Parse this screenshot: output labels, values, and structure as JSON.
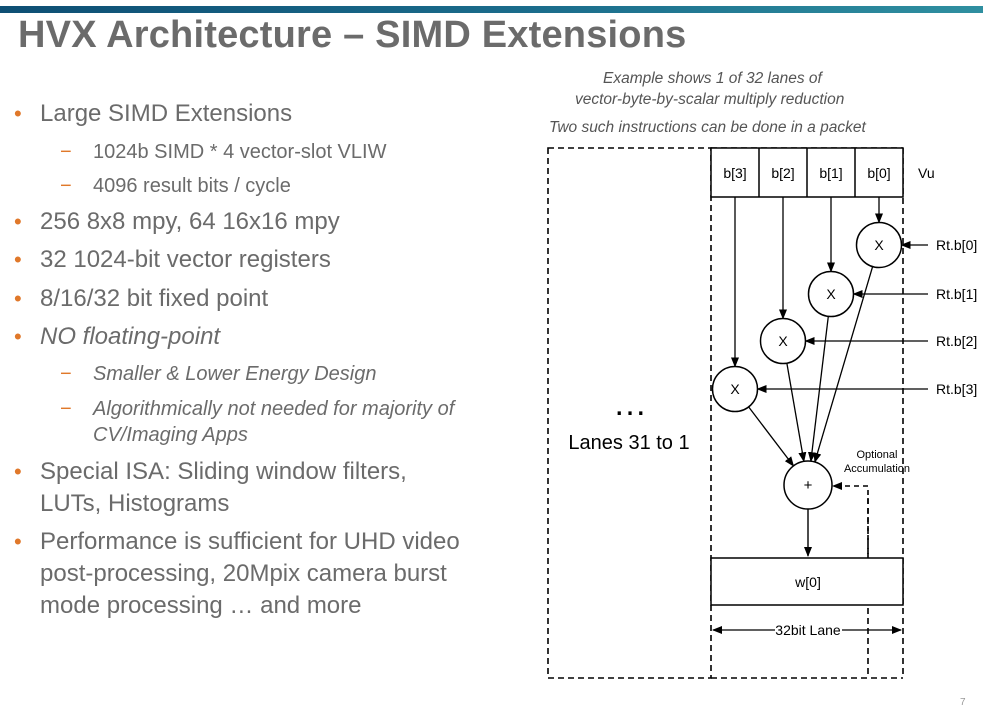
{
  "slide": {
    "title": "HVX Architecture – SIMD Extensions",
    "page_number": "7",
    "accent_color": "#e0782a",
    "title_bar_color": "#0e4f74"
  },
  "bullets": [
    {
      "text": "Large SIMD Extensions",
      "level": 1,
      "italic": false
    },
    {
      "text": "1024b SIMD * 4 vector-slot VLIW",
      "level": 2,
      "italic": false
    },
    {
      "text": "4096 result bits / cycle",
      "level": 2,
      "italic": false
    },
    {
      "text": "256 8x8 mpy, 64 16x16 mpy",
      "level": 1,
      "italic": false
    },
    {
      "text": "32 1024-bit vector registers",
      "level": 1,
      "italic": false
    },
    {
      "text": "8/16/32 bit fixed point",
      "level": 1,
      "italic": false
    },
    {
      "text": "NO floating-point",
      "level": 1,
      "italic": true
    },
    {
      "text": "Smaller & Lower Energy Design",
      "level": 2,
      "italic": true
    },
    {
      "text": "Algorithmically not needed for majority of",
      "level": 2,
      "italic": true
    },
    {
      "text": "CV/Imaging Apps",
      "level": 2,
      "italic": true,
      "continuation": true
    },
    {
      "text": "Special ISA: Sliding window filters,",
      "level": 1,
      "italic": false
    },
    {
      "text": "LUTs, Histograms",
      "level": 1,
      "italic": false,
      "continuation": true
    },
    {
      "text": "Performance is sufficient for UHD video",
      "level": 1,
      "italic": false
    },
    {
      "text": "post-processing, 20Mpix camera burst",
      "level": 1,
      "italic": false,
      "continuation": true
    },
    {
      "text": "mode processing … and more",
      "level": 1,
      "italic": false,
      "continuation": true
    }
  ],
  "bullet_glyphs": {
    "level1": "•",
    "level2": "−"
  },
  "diagram": {
    "caption_line1": "Example shows 1 of 32 lanes of",
    "caption_line2": "vector-byte-by-scalar multiply reduction",
    "caption_line3": "Two such instructions can be done in a packet",
    "ellipsis": "…",
    "lanes_label": "Lanes 31 to 1",
    "vu_cells": [
      "b[3]",
      "b[2]",
      "b[1]",
      "b[0]"
    ],
    "vu_label": "Vu",
    "multiplier_symbol": "X",
    "adder_symbol": "+",
    "scalar_inputs": [
      "Rt.b[0]",
      "Rt.b[1]",
      "Rt.b[2]",
      "Rt.b[3]"
    ],
    "optional_line1": "Optional",
    "optional_line2": "Accumulation",
    "output_label": "w[0]",
    "lane_width_label": "32bit Lane"
  }
}
